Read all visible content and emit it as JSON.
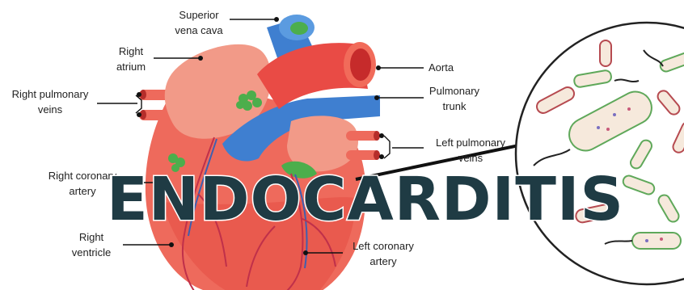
{
  "title": "ENDOCARDITIS",
  "labels": {
    "superior_vena_cava": [
      "Superior",
      "vena cava"
    ],
    "right_atrium": [
      "Right",
      "atrium"
    ],
    "right_pulmonary_veins": [
      "Right pulmonary",
      "veins"
    ],
    "aorta": "Aorta",
    "pulmonary_trunk": [
      "Pulmonary",
      "trunk"
    ],
    "left_pulmonary_veins": [
      "Left pulmonary",
      "veins"
    ],
    "right_coronary_artery": [
      "Right coronary",
      "artery"
    ],
    "right_ventricle": [
      "Right",
      "ventricle"
    ],
    "left_coronary_artery": [
      "Left coronary",
      "artery"
    ]
  },
  "colors": {
    "heart": "#ee6a5c",
    "heart_light": "#f29a88",
    "vessel_red": "#e94b45",
    "vessel_blue": "#3f7fd0",
    "vegetation": "#4cae4c",
    "title": "#1f3b44",
    "bacteria_outline": "#5fa85a",
    "bacteria_fill": "#f6e9dc"
  }
}
